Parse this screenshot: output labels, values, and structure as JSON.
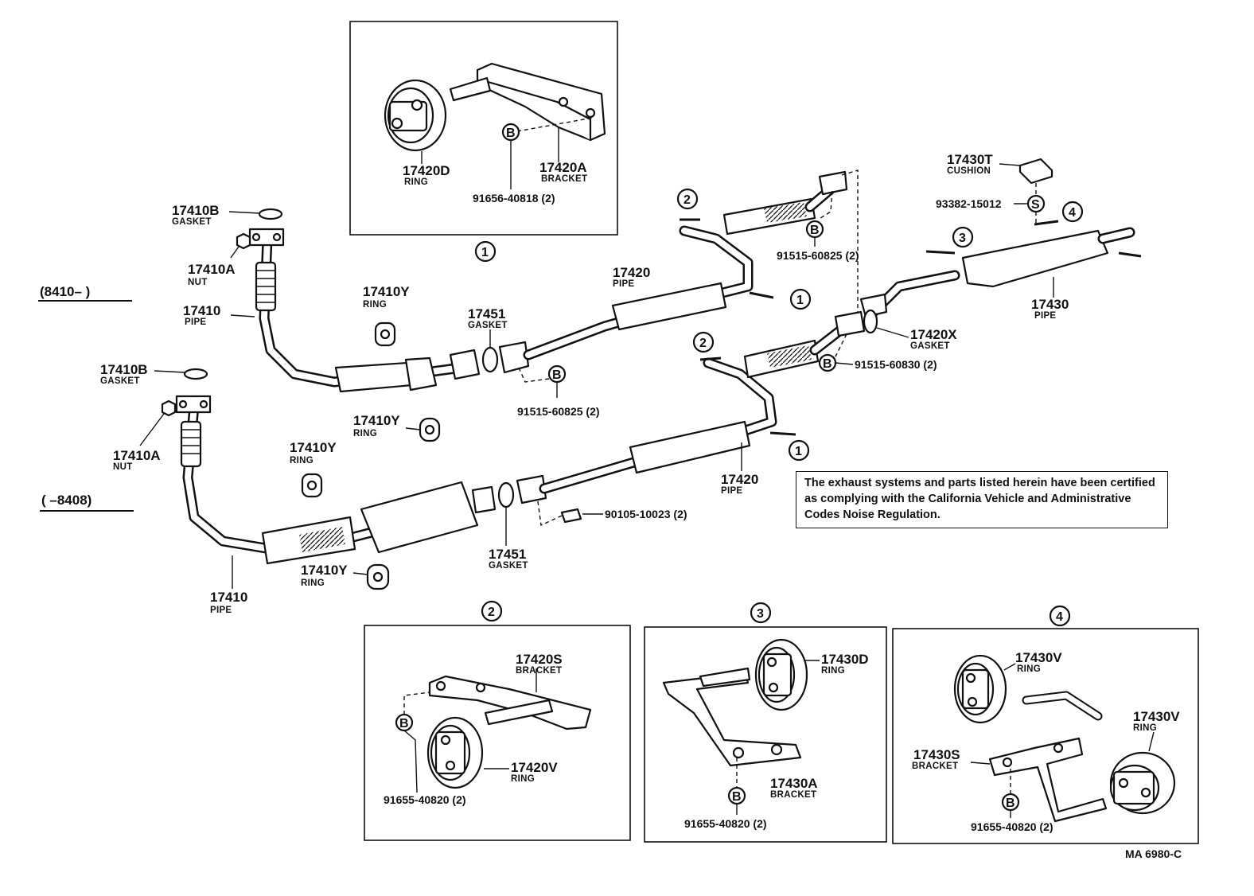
{
  "note": "The exhaust systems and parts listed herein have been certified as complying with the California Vehicle and Administrative Codes Noise Regulation.",
  "ranges": {
    "upper": "(8410–       )",
    "lower": "(       –8408)"
  },
  "drawing_code": "MA 6980-C",
  "markers": {
    "one": "1",
    "two": "2",
    "three": "3",
    "four": "4",
    "b": "B",
    "s": "S"
  },
  "parts": {
    "p17410b_a": {
      "num": "17410B",
      "desc": "GASKET"
    },
    "p17410a_a": {
      "num": "17410A",
      "desc": "NUT"
    },
    "p17410_a": {
      "num": "17410",
      "desc": "PIPE"
    },
    "p17410y_a": {
      "num": "17410Y",
      "desc": "RING"
    },
    "p17451_a": {
      "num": "17451",
      "desc": "GASKET"
    },
    "p17420_a": {
      "num": "17420",
      "desc": "PIPE"
    },
    "p17410b_b": {
      "num": "17410B",
      "desc": "GASKET"
    },
    "p17410a_b": {
      "num": "17410A",
      "desc": "NUT"
    },
    "p17410y_b": {
      "num": "17410Y",
      "desc": "RING"
    },
    "p17410y_c": {
      "num": "17410Y",
      "desc": "RING"
    },
    "p17410y_d": {
      "num": "17410Y",
      "desc": "RING"
    },
    "p17410_b": {
      "num": "17410",
      "desc": "PIPE"
    },
    "p17451_b": {
      "num": "17451",
      "desc": "GASKET"
    },
    "p17420_b": {
      "num": "17420",
      "desc": "PIPE"
    },
    "p17420x": {
      "num": "17420X",
      "desc": "GASKET"
    },
    "p17430": {
      "num": "17430",
      "desc": "PIPE"
    },
    "p17430t": {
      "num": "17430T",
      "desc": "CUSHION"
    },
    "p17420d": {
      "num": "17420D",
      "desc": "RING"
    },
    "p17420a": {
      "num": "17420A",
      "desc": "BRACKET"
    },
    "p17420s": {
      "num": "17420S",
      "desc": "BRACKET"
    },
    "p17420v": {
      "num": "17420V",
      "desc": "RING"
    },
    "p17430d": {
      "num": "17430D",
      "desc": "RING"
    },
    "p17430a": {
      "num": "17430A",
      "desc": "BRACKET"
    },
    "p17430v_a": {
      "num": "17430V",
      "desc": "RING"
    },
    "p17430v_b": {
      "num": "17430V",
      "desc": "RING"
    },
    "p17430s": {
      "num": "17430S",
      "desc": "BRACKET"
    }
  },
  "fasteners": {
    "b_91656_40818": "91656-40818 (2)",
    "b_91515_60825_top": "91515-60825 (2)",
    "b_91515_60825_mid": "91515-60825 (2)",
    "b_91515_60830": "91515-60830 (2)",
    "s_93382_15012": "93382-15012",
    "b_90105_10023": "90105-10023 (2)",
    "b_91655_40820_2": "91655-40820 (2)",
    "b_91655_40820_3": "91655-40820 (2)",
    "b_91655_40820_4": "91655-40820 (2)"
  }
}
